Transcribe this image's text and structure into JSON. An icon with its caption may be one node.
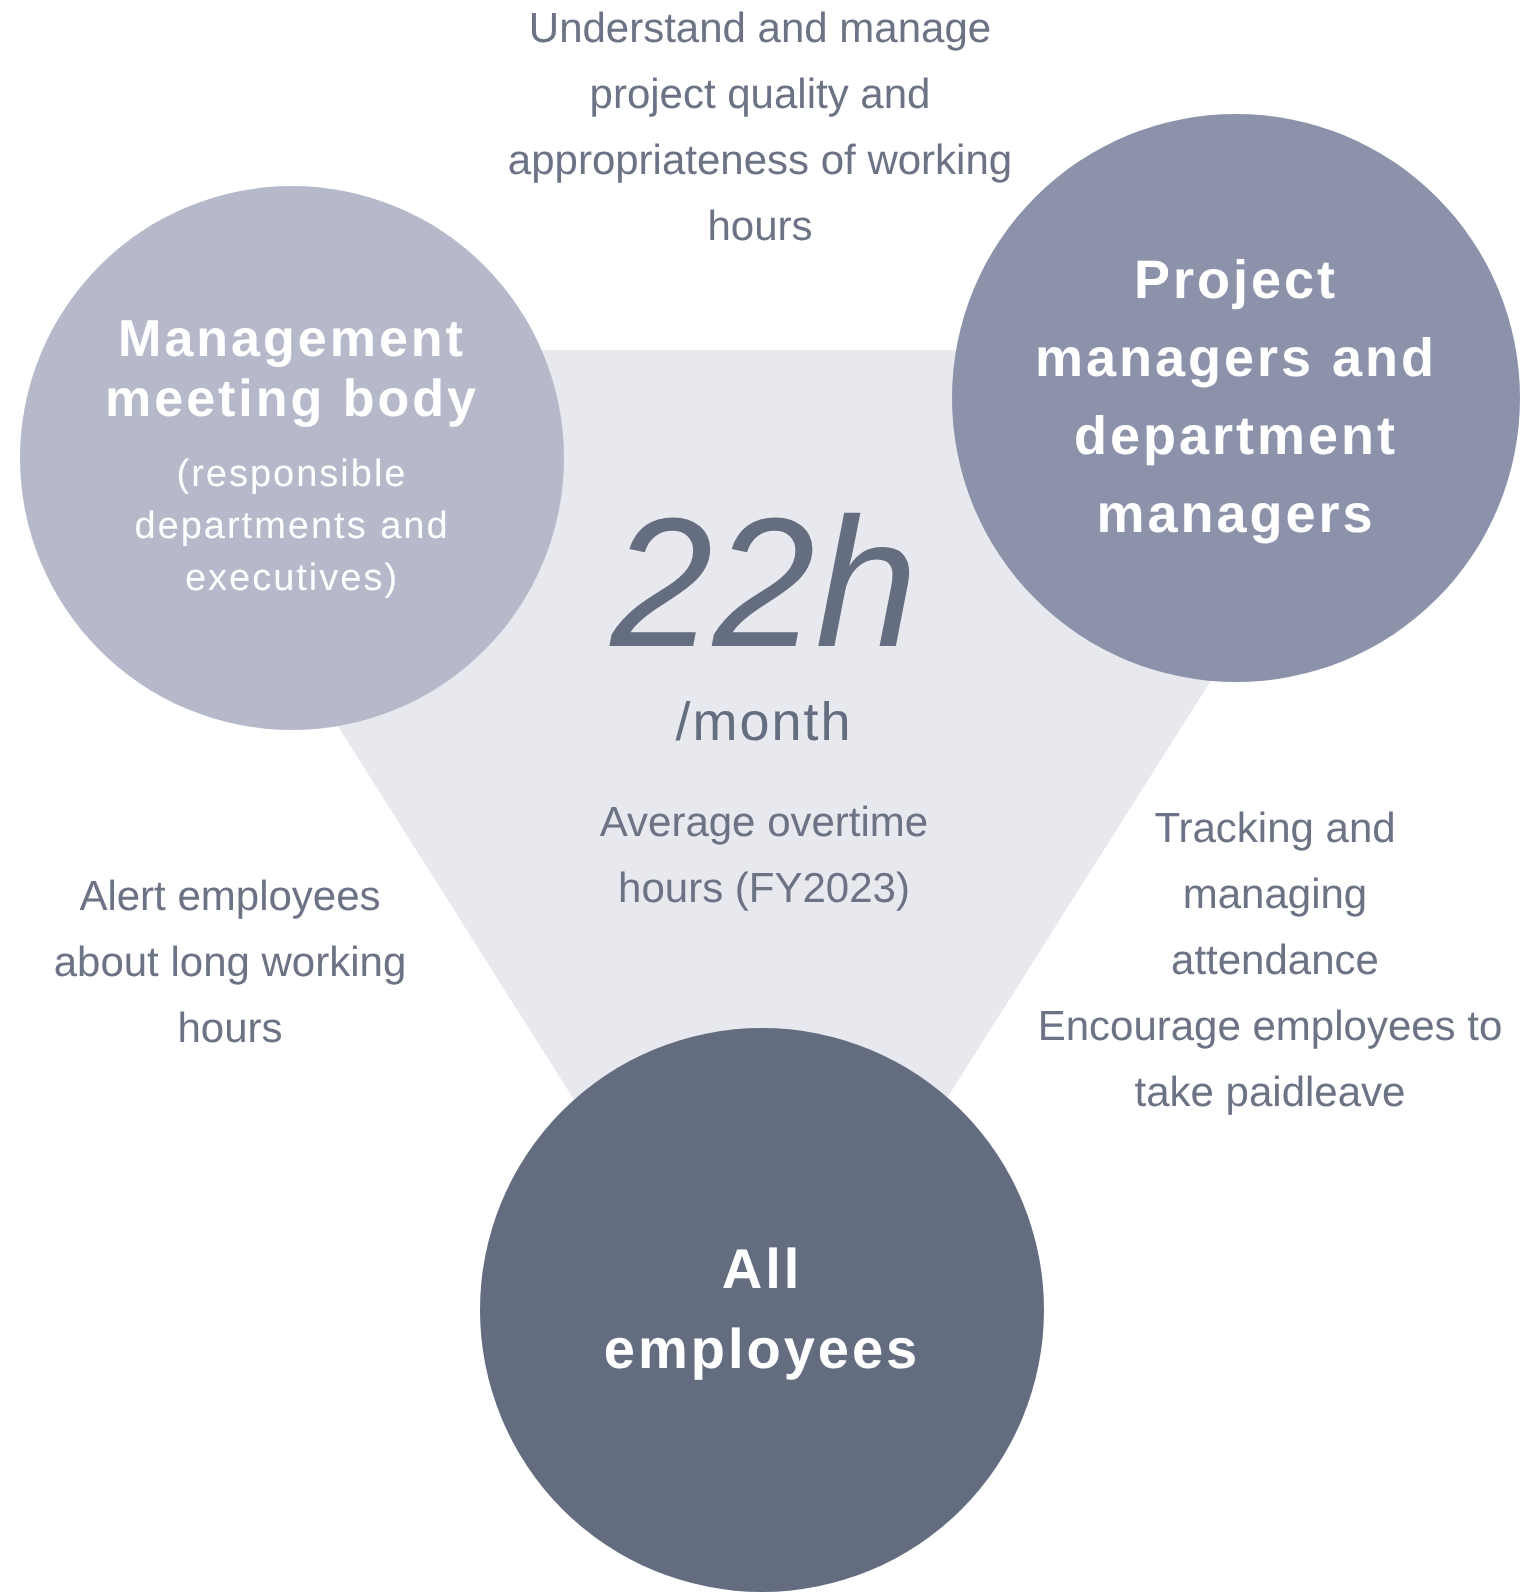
{
  "diagram": {
    "nodes": [
      {
        "text": [
          "Management meeting body",
          "(responsible departments and executives)"
        ]
      },
      {
        "text": [
          "Project managers and department managers"
        ]
      },
      {
        "text": [
          "22h",
          "/month",
          "Average overtime hours (FY2023)"
        ]
      },
      {
        "text": [
          "All employees"
        ]
      }
    ],
    "labels": [
      "Understand and manage project quality and appropriateness of working hours",
      "Alert employees about long working hours",
      "Tracking and managing attendance",
      "Encourage employees to take paidleave"
    ]
  }
}
